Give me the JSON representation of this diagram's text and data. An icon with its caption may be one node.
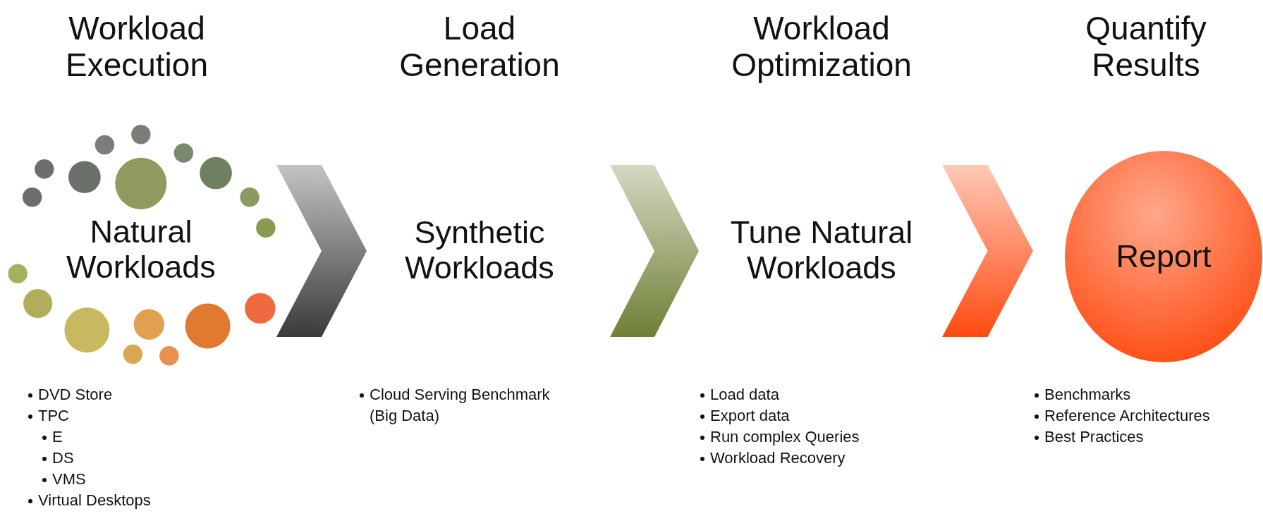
{
  "diagram": {
    "nodes": [
      {
        "text": [
          "Workload Execution",
          "Natural Workloads"
        ]
      },
      {
        "text": [
          "Load Generation",
          "Synthetic Workloads"
        ]
      },
      {
        "text": [
          "Workload Optimization",
          "Tune Natural Workloads"
        ]
      },
      {
        "text": [
          "Quantify Results",
          "Report"
        ]
      }
    ],
    "edges": [
      {
        "from": 0,
        "to": 1,
        "arrow": "to",
        "style": "thick",
        "color": "#3a3a3a"
      },
      {
        "from": 1,
        "to": 2,
        "arrow": "to",
        "style": "thick",
        "color": "#6f7f35"
      },
      {
        "from": 2,
        "to": 3,
        "arrow": "to",
        "style": "thick",
        "color": "#ff4a10"
      }
    ],
    "labels": [
      "DVD Store",
      "TPC",
      "E",
      "DS",
      "VMS",
      "Virtual Desktops",
      "Cloud Serving Benchmark (Big Data)",
      "Load data",
      "Export data",
      "Run complex Queries",
      "Workload Recovery",
      "Benchmarks",
      "Reference Architectures",
      "Best Practices"
    ]
  }
}
